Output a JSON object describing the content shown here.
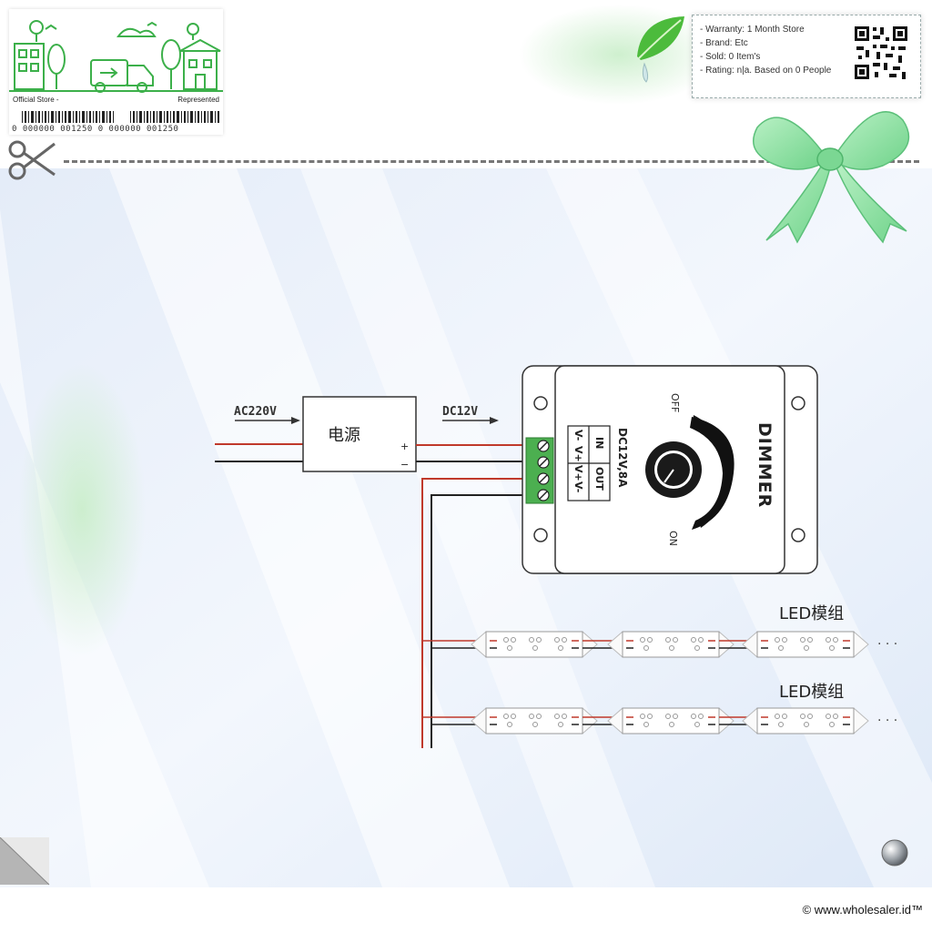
{
  "stamp": {
    "left_label": "Official Store -",
    "right_label": "Represented",
    "barcode_text": "0 000000 001250 0 000000 001250"
  },
  "info": {
    "warranty": "- Warranty: 1 Month Store",
    "brand": "- Brand: Etc",
    "sold": "- Sold: 0 Item's",
    "rating": "- Rating: n|a. Based on 0 People"
  },
  "diagram": {
    "ac_label": "AC220V",
    "psu_label": "电源",
    "psu_plus": "+",
    "psu_minus": "−",
    "dc_label": "DC12V",
    "dimmer_title": "DIMMER",
    "dimmer_rating": "DC12V,8A",
    "off_label": "OFF",
    "on_label": "ON",
    "in_label": "IN",
    "out_label": "OUT",
    "terminals": [
      "V-",
      "V+",
      "V+",
      "V-"
    ],
    "led_label_1": "LED模组",
    "led_label_2": "LED模组",
    "ellipsis": "· · ·"
  },
  "footer": {
    "copyright": "© www.wholesaler.id™"
  },
  "icons": {
    "scissors": "scissors-icon",
    "leaf": "leaf-icon",
    "bow": "ribbon-bow-icon",
    "qr": "qr-code-icon",
    "metal_button": "round-metal-button-icon",
    "page_curl": "page-curl-icon"
  },
  "colors": {
    "stamp_green": "#3cb04a",
    "bow_green": "#8fe0a0",
    "wire_red": "#c0392b",
    "wire_black": "#222222",
    "terminal_green": "#4caf50"
  }
}
